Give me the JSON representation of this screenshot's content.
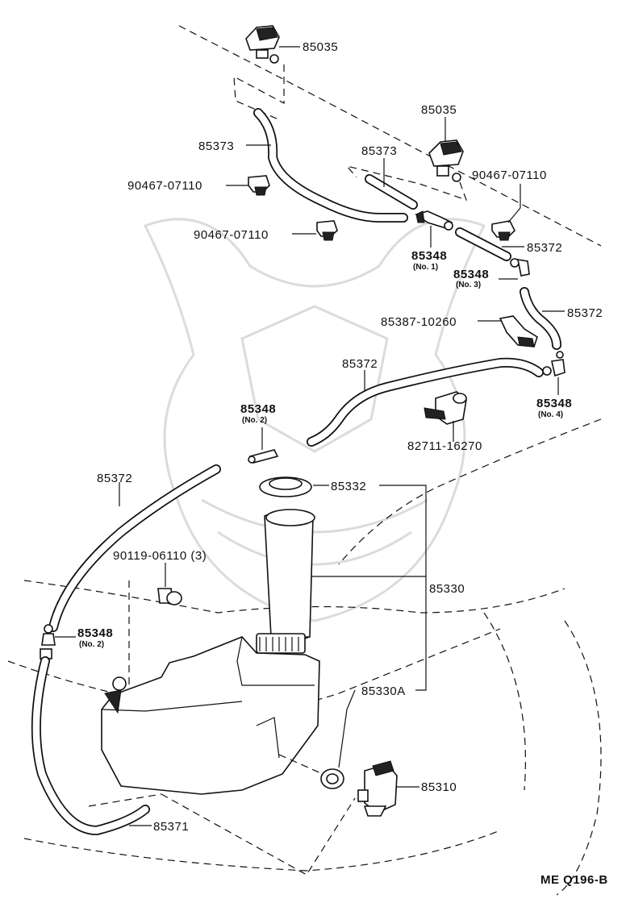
{
  "diagram": {
    "labels": {
      "nozzle_top": "85035",
      "nozzle_right": "85035",
      "hose_left": "85373",
      "hose_mid": "85373",
      "clip_left_upper": "90467-07110",
      "clip_left_lower": "90467-07110",
      "clip_right": "90467-07110",
      "hose_right_upper": "85372",
      "hose_right_side": "85372",
      "joint_no1": "85348",
      "joint_no1_sub": "(No. 1)",
      "joint_no3": "85348",
      "joint_no3_sub": "(No. 3)",
      "bracket": "85387-10260",
      "hose_center": "85372",
      "joint_no4": "85348",
      "joint_no4_sub": "(No. 4)",
      "joint_no2_upper": "85348",
      "joint_no2_upper_sub": "(No. 2)",
      "sensor": "82711-16270",
      "hose_left_long": "85372",
      "cap": "85332",
      "bolt": "90119-06110 (3)",
      "tank_assembly": "85330",
      "joint_no2_lower": "85348",
      "joint_no2_lower_sub": "(No. 2)",
      "grommet": "85330A",
      "pump": "85310",
      "hose_bottom": "85371"
    },
    "code": "ME Q196-B"
  }
}
